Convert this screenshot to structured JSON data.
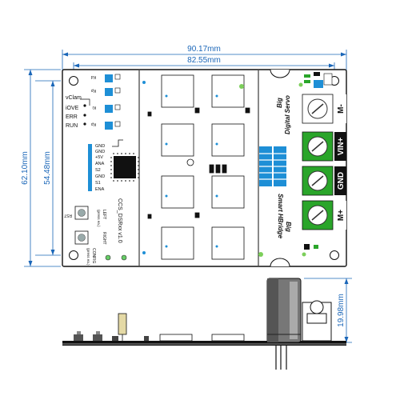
{
  "dimensions": {
    "overall_width": "90.17mm",
    "hole_spacing_width": "82.55mm",
    "overall_height": "62.10mm",
    "hole_spacing_height": "54.48mm",
    "side_height": "19.98mm"
  },
  "board": {
    "left_labels": [
      "vClam",
      "iOVE",
      "ERR",
      "RUN"
    ],
    "pin_labels": [
      "GND",
      "GND",
      "+5V",
      "ANA",
      "S2",
      "GND",
      "S1",
      "ENA"
    ],
    "top_small": [
      "Kd",
      "Kp",
      "Ki",
      "Kp"
    ],
    "servo_text": [
      "Big",
      "Digital Servo"
    ],
    "hbridge_text": [
      "Big",
      "Smart HBridge"
    ],
    "terminals": [
      "M-",
      "VIN+",
      "GND",
      "M+"
    ],
    "model": "CCS_DSRxx v1.0",
    "bottom_texts": [
      "LEFT",
      "(press ea.)",
      "RIGHT",
      "CONFIG",
      "(press ea.)"
    ],
    "rst_label": "RST"
  },
  "colors": {
    "dimension": "#1a66b8",
    "terminal_green": "#2aa52a",
    "heatsink_blue": "#1e8fd6",
    "label_black": "#111111"
  }
}
